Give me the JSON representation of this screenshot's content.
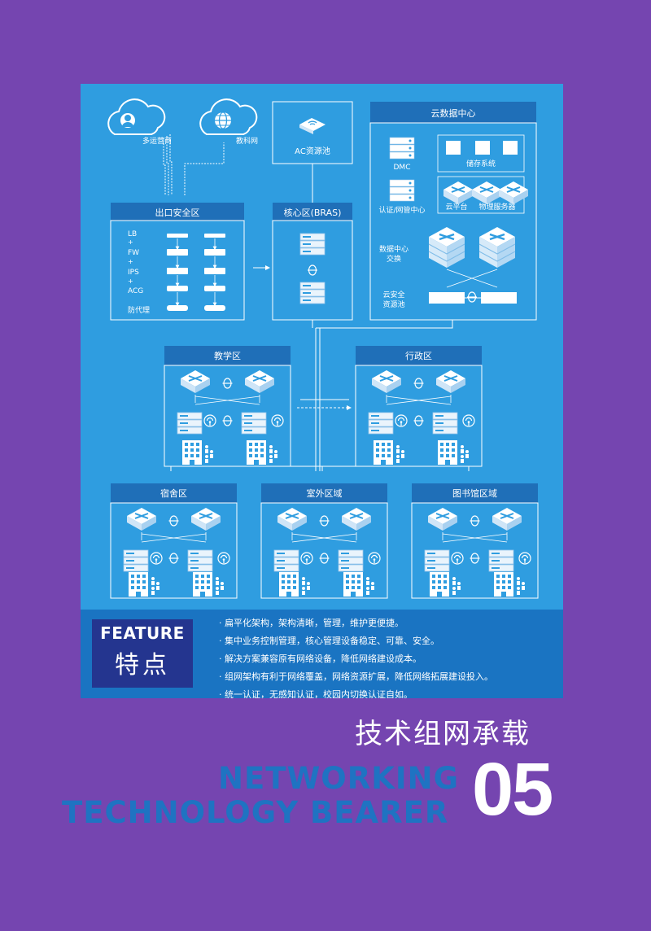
{
  "diagram": {
    "clouds": [
      {
        "label": "多运营商",
        "icon": "person-icon"
      },
      {
        "label": "教科网",
        "icon": "globe-icon"
      }
    ],
    "ac_pool": "AC资源池",
    "egress": {
      "title": "出口安全区",
      "items": [
        "LB",
        "+",
        "FW",
        "+",
        "IPS",
        "+",
        "ACG",
        "防代理"
      ]
    },
    "core": {
      "title": "核心区(BRAS)"
    },
    "cloud_dc": {
      "title": "云数据中心",
      "dmc": "DMC",
      "auth": "认证/网管中心",
      "storage": "储存系统",
      "cloud_platform": "云平台",
      "physical_servers": "物理服务器",
      "dc_switch": "数据中心\n交换",
      "cloud_security": "云安全\n资源池"
    },
    "zones": [
      "教学区",
      "行政区",
      "宿舍区",
      "室外区域",
      "图书馆区域"
    ]
  },
  "feature": {
    "label_en": "FEATURE",
    "label_cn": "特点",
    "bullets": [
      "扁平化架构，架构清晰，管理，维护更便捷。",
      "集中业务控制管理，核心管理设备稳定、可靠、安全。",
      "解决方案兼容原有网络设备，降低网络建设成本。",
      "组网架构有利于网络覆盖，网络资源扩展，降低网络拓展建设投入。",
      "统一认证，无感知认证，校园内切换认证自如。"
    ]
  },
  "title": {
    "cn": "技术组网承载",
    "en_line1": "NETWORKING",
    "en_line2": "TECHNOLOGY BEARER",
    "number": "05"
  }
}
